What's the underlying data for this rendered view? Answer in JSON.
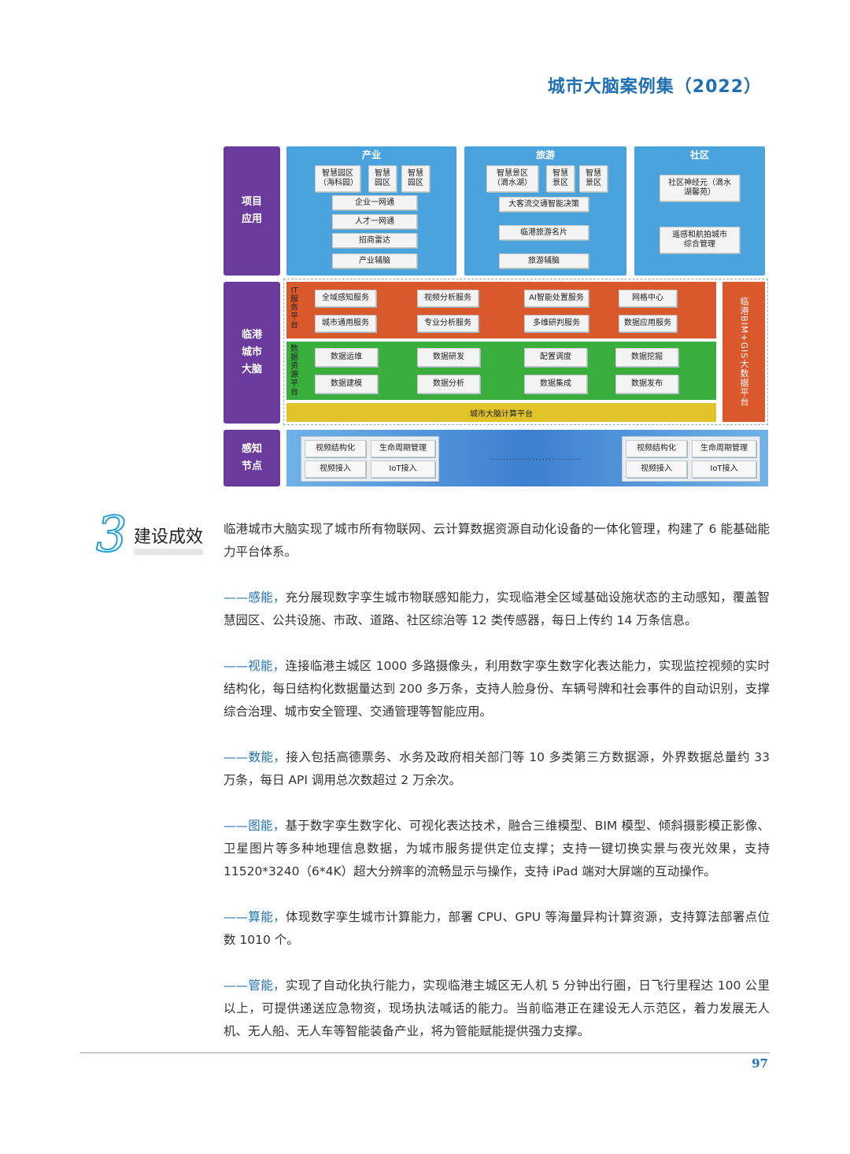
{
  "header": {
    "title": "城市大脑案例集（2022）"
  },
  "diagram": {
    "layers": {
      "project": "项目应用",
      "brain": "临港城市大脑",
      "sense": "感知节点"
    },
    "industry": {
      "title": "产业",
      "items": [
        "智慧园区（海科园）",
        "智慧园区",
        "智慧园区",
        "企业一网通",
        "人才一网通",
        "招商雷达",
        "产业辅脑"
      ]
    },
    "tourism": {
      "title": "旅游",
      "items": [
        "智慧景区（滴水湖）",
        "智慧景区",
        "智慧景区",
        "大客流交通智能决策",
        "临港旅游名片",
        "旅游辅脑"
      ]
    },
    "community": {
      "title": "社区",
      "items": [
        "社区神经元（滴水湖馨苑）",
        "遥感和航拍城市综合管理"
      ]
    },
    "it_platform": {
      "label": "IT服务平台",
      "items": [
        "全域感知服务",
        "视频分析服务",
        "AI智能处置服务",
        "网格中心",
        "城市通用服务",
        "专业分析服务",
        "多维研判服务",
        "数据应用服务"
      ]
    },
    "data_platform": {
      "label": "数据资源平台",
      "items": [
        "数据运维",
        "数据研发",
        "配置调度",
        "数据挖掘",
        "数据建模",
        "数据分析",
        "数据集成",
        "数据发布"
      ]
    },
    "compute": "城市大脑计算平台",
    "bim": "临港BIM+GIS大数据平台",
    "sense_items": [
      "视频结构化",
      "生命周期管理",
      "视频接入",
      "IoT接入"
    ],
    "dots": "............................"
  },
  "section": {
    "number": "3",
    "title": "建设成效"
  },
  "paragraphs": [
    {
      "lead": "",
      "text": "临港城市大脑实现了城市所有物联网、云计算数据资源自动化设备的一体化管理，构建了 6 能基础能力平台体系。"
    },
    {
      "lead": "——感能，",
      "text": "充分展现数字孪生城市物联感知能力，实现临港全区域基础设施状态的主动感知，覆盖智慧园区、公共设施、市政、道路、社区综治等 12 类传感器，每日上传约 14 万条信息。"
    },
    {
      "lead": "——视能，",
      "text": "连接临港主城区 1000 多路摄像头，利用数字孪生数字化表达能力，实现监控视频的实时结构化，每日结构化数据量达到 200 多万条，支持人脸身份、车辆号牌和社会事件的自动识别，支撑综合治理、城市安全管理、交通管理等智能应用。"
    },
    {
      "lead": "——数能，",
      "text": "接入包括高德票务、水务及政府相关部门等 10 多类第三方数据源，外界数据总量约 33 万条，每日 API 调用总次数超过 2 万余次。"
    },
    {
      "lead": "——图能，",
      "text": "基于数字孪生数字化、可视化表达技术，融合三维模型、BIM 模型、倾斜摄影模正影像、卫星图片等多种地理信息数据，为城市服务提供定位支撑；支持一键切换实景与夜光效果，支持 11520*3240（6*4K）超大分辨率的流畅显示与操作，支持 iPad 端对大屏端的互动操作。"
    },
    {
      "lead": "——算能，",
      "text": "体现数字孪生城市计算能力，部署 CPU、GPU 等海量异构计算资源，支持算法部署点位数 1010 个。"
    },
    {
      "lead": "——管能，",
      "text": "实现了自动化执行能力，实现临港主城区无人机 5 分钟出行圈，日飞行里程达 100 公里以上，可提供递送应急物资，现场执法喊话的能力。当前临港正在建设无人示范区，着力发展无人机、无人船、无人车等智能装备产业，将为管能赋能提供强力支撑。"
    }
  ],
  "footer": {
    "page": "97"
  }
}
